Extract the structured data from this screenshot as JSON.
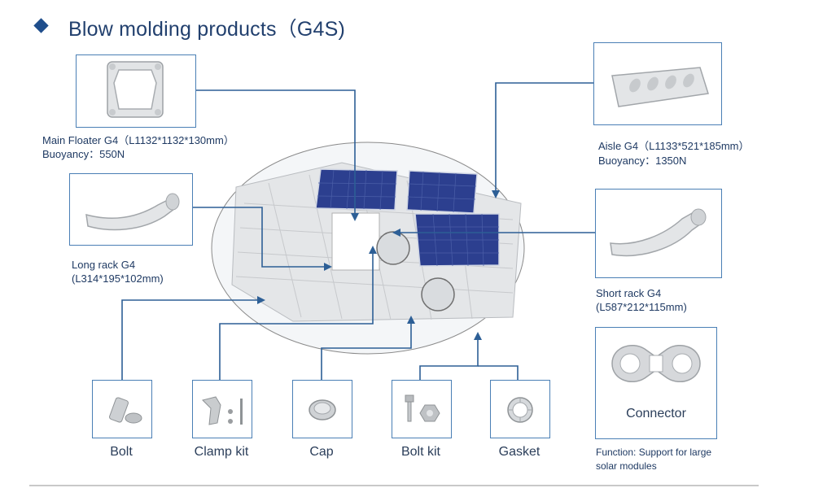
{
  "title": "Blow molding products（G4S)",
  "main_floater": {
    "name": "Main Floater G4（L1132*1132*130mm）",
    "buoyancy": "Buoyancy：550N"
  },
  "aisle": {
    "name": "Aisle G4（L1133*521*185mm）",
    "buoyancy": "Buoyancy：1350N"
  },
  "long_rack": {
    "name": "Long rack G4",
    "dims": "(L314*195*102mm)"
  },
  "short_rack": {
    "name": "Short rack G4",
    "dims": "(L587*212*115mm)"
  },
  "connector": {
    "name": "Connector",
    "function_line1": "Function: Support for large",
    "function_line2": "solar modules"
  },
  "parts": {
    "bolt": "Bolt",
    "clamp_kit": "Clamp kit",
    "cap": "Cap",
    "bolt_kit": "Bolt kit",
    "gasket": "Gasket"
  },
  "colors": {
    "accent": "#1f4e8c",
    "frame": "#4a7fb5",
    "panel": "#2c3f8f"
  }
}
